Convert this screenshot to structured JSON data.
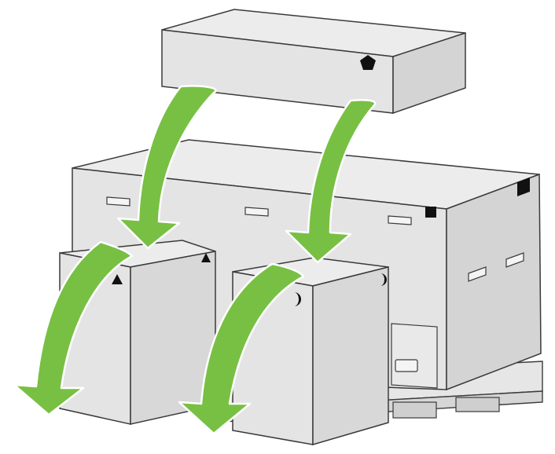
{
  "colors": {
    "background": "#ffffff",
    "box_front": "#e4e4e4",
    "box_side": "#d4d4d4",
    "box_top": "#ececec",
    "outline": "#3a3a3a",
    "arrow_green": "#78c043",
    "arrow_outline": "#ffffff",
    "symbol": "#111111"
  },
  "symbols": {
    "top_box": "pentagon-icon",
    "main_crate": "square-icon",
    "left_box": "triangle-icon",
    "right_box": "crescent-icon"
  },
  "arrows": [
    {
      "name": "arrow-top-box-to-left-box",
      "direction": "down"
    },
    {
      "name": "arrow-top-box-to-right-box",
      "direction": "down"
    },
    {
      "name": "arrow-left-box-tip-over",
      "direction": "down-left"
    },
    {
      "name": "arrow-right-box-tip-over",
      "direction": "down-left"
    }
  ]
}
